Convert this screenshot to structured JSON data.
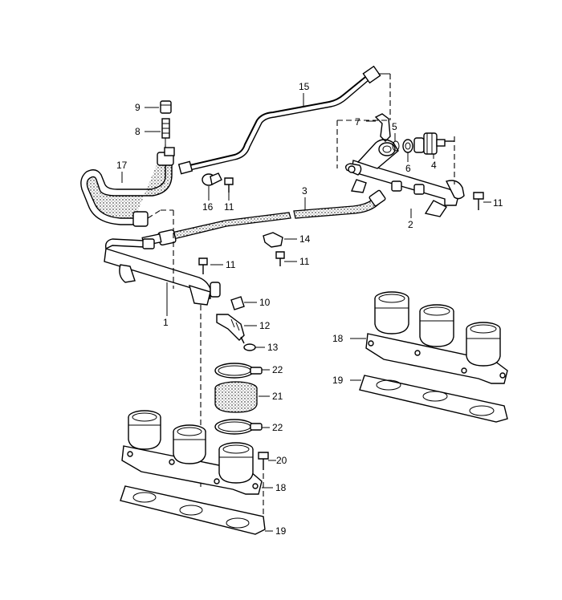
{
  "diagram": {
    "colors": {
      "ink": "#000000",
      "paper": "#ffffff"
    },
    "callouts": [
      {
        "id": "c9",
        "label": "9"
      },
      {
        "id": "c8",
        "label": "8"
      },
      {
        "id": "c15",
        "label": "15"
      },
      {
        "id": "c7",
        "label": "7"
      },
      {
        "id": "c5",
        "label": "5"
      },
      {
        "id": "c6",
        "label": "6"
      },
      {
        "id": "c4",
        "label": "4"
      },
      {
        "id": "c17",
        "label": "17"
      },
      {
        "id": "c3",
        "label": "3"
      },
      {
        "id": "c16",
        "label": "16"
      },
      {
        "id": "c11a",
        "label": "11"
      },
      {
        "id": "c11b",
        "label": "11"
      },
      {
        "id": "c2",
        "label": "2"
      },
      {
        "id": "c14",
        "label": "14"
      },
      {
        "id": "c11c",
        "label": "11"
      },
      {
        "id": "c11d",
        "label": "11"
      },
      {
        "id": "c1",
        "label": "1"
      },
      {
        "id": "c10",
        "label": "10"
      },
      {
        "id": "c12",
        "label": "12"
      },
      {
        "id": "c13",
        "label": "13"
      },
      {
        "id": "c18a",
        "label": "18"
      },
      {
        "id": "c19a",
        "label": "19"
      },
      {
        "id": "c22a",
        "label": "22"
      },
      {
        "id": "c21",
        "label": "21"
      },
      {
        "id": "c22b",
        "label": "22"
      },
      {
        "id": "c20",
        "label": "20"
      },
      {
        "id": "c18b",
        "label": "18"
      },
      {
        "id": "c19b",
        "label": "19"
      }
    ]
  }
}
